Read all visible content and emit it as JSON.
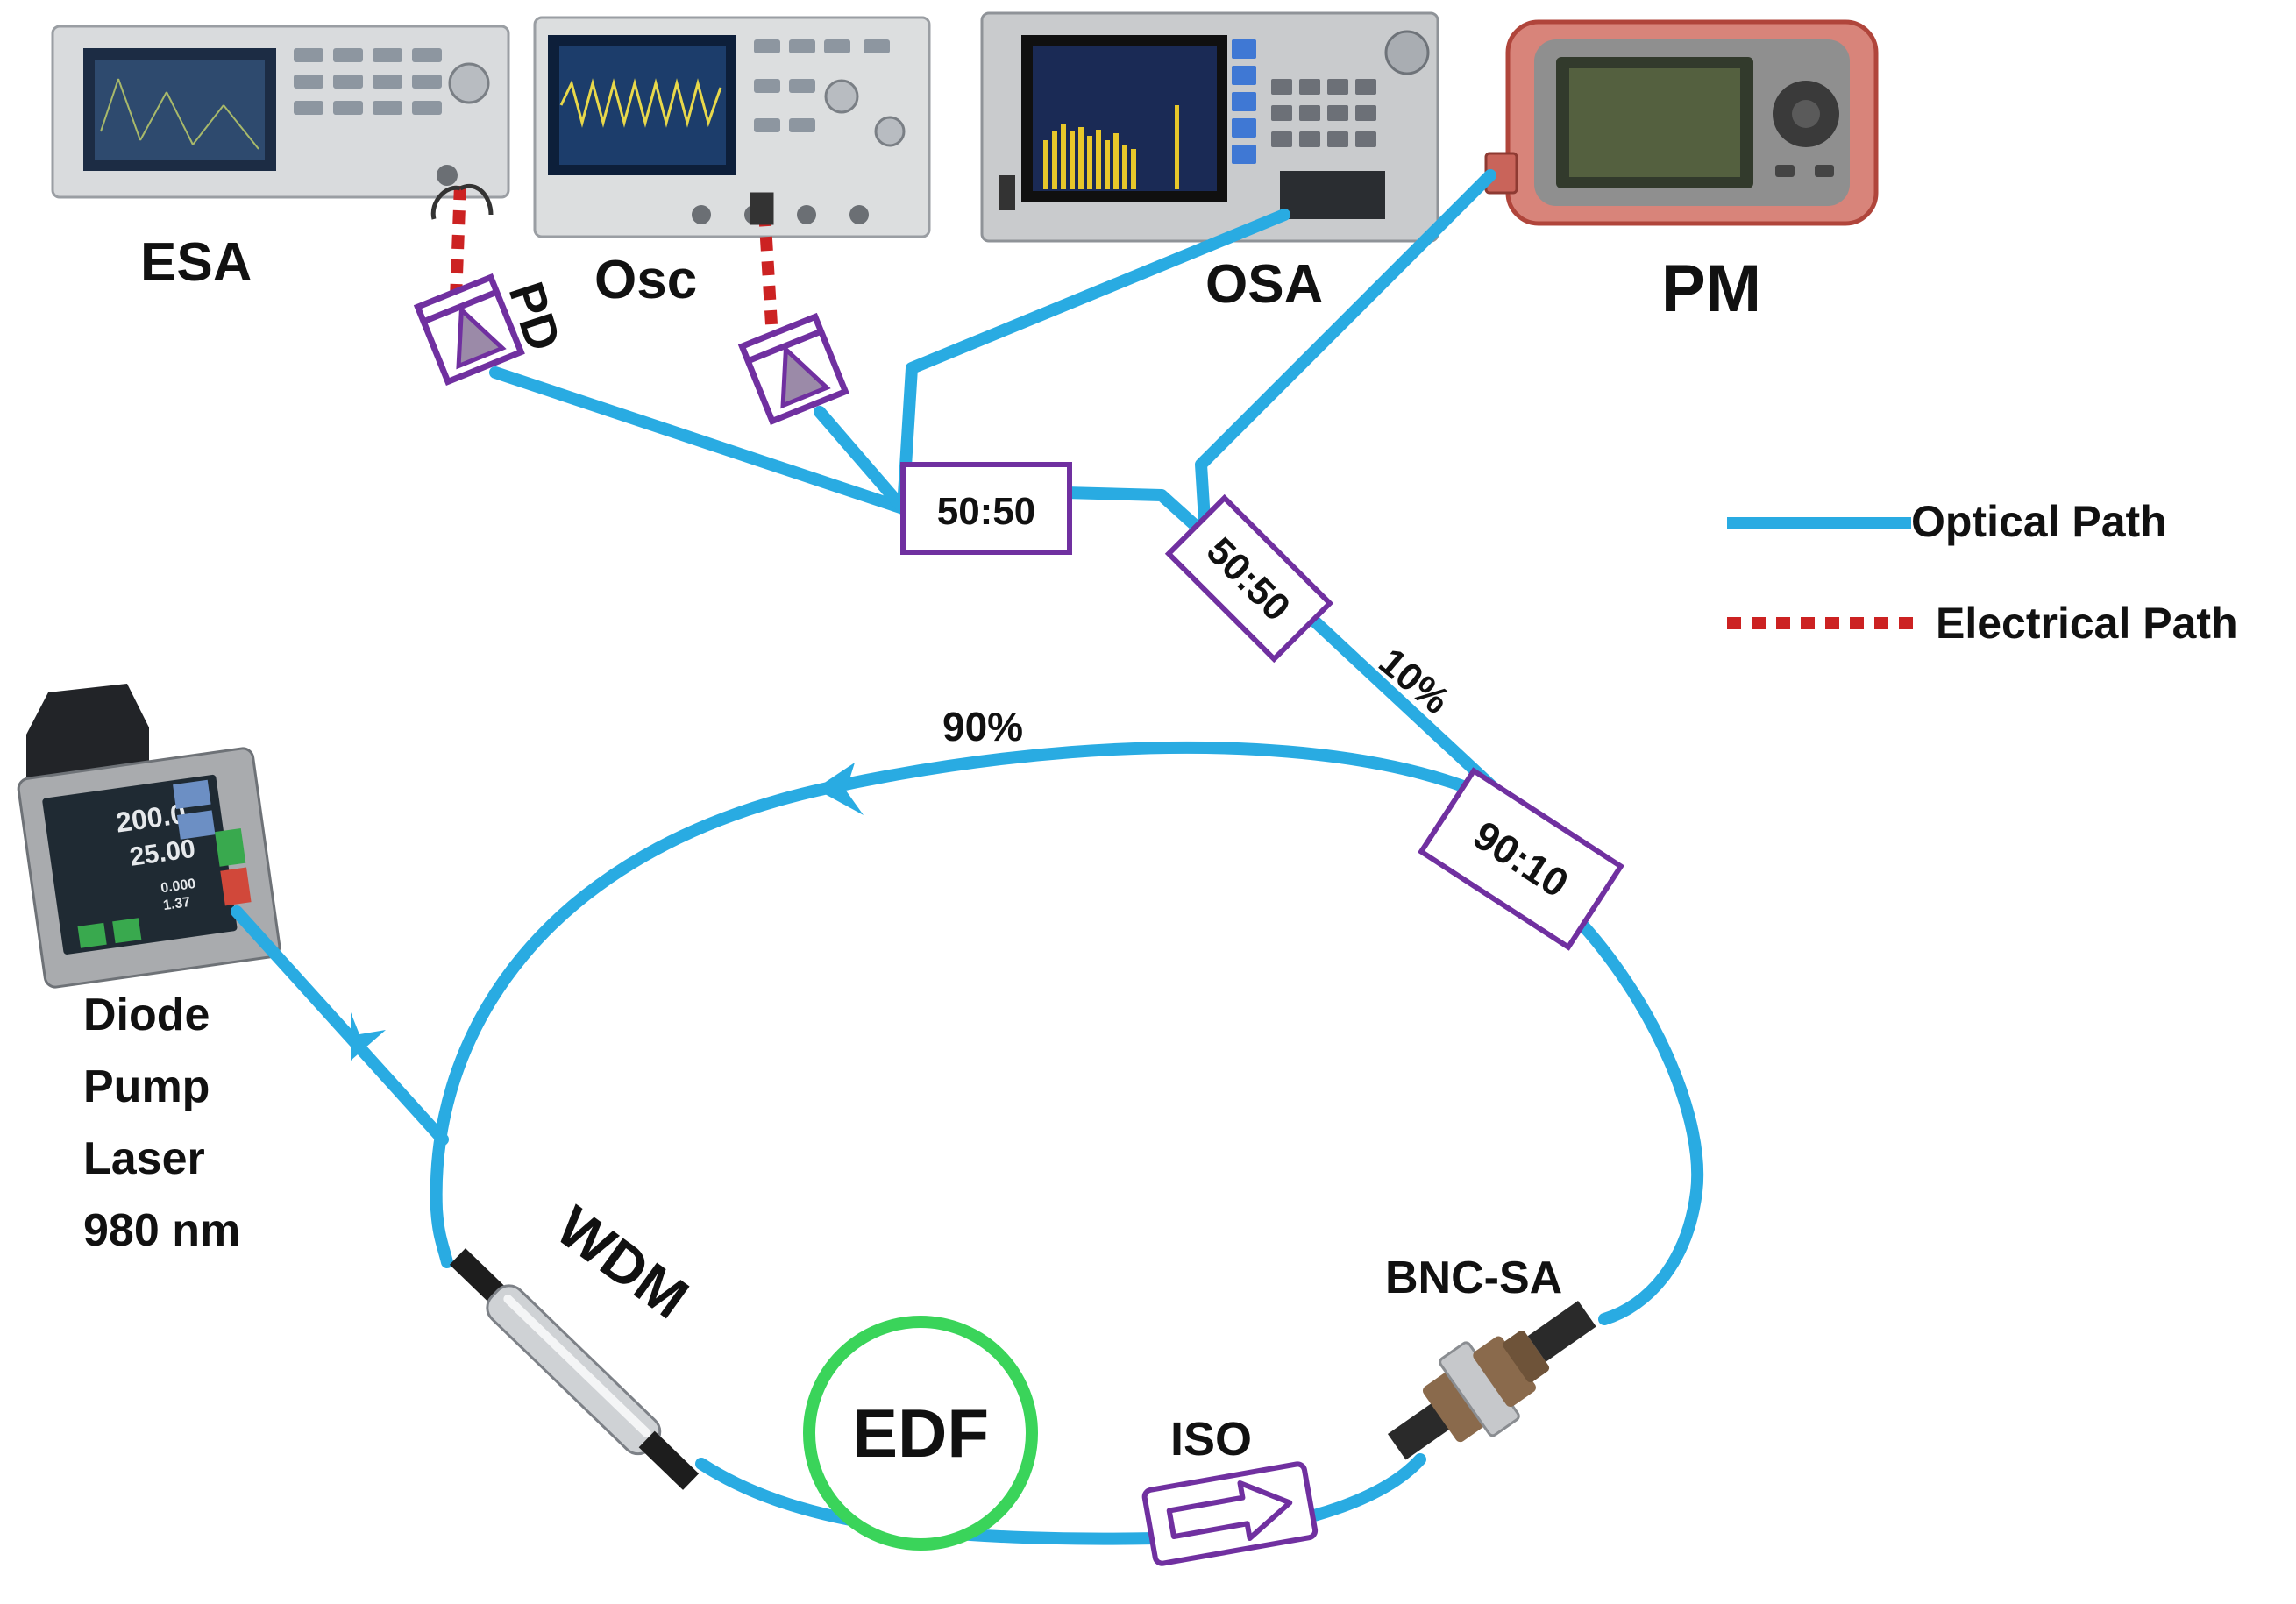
{
  "instruments": {
    "esa": "ESA",
    "osc": "Osc",
    "osa": "OSA",
    "pm": "PM",
    "pd": "PD",
    "pump": [
      "Diode",
      "Pump",
      "Laser",
      "980 nm"
    ]
  },
  "components": {
    "coupler_a": "50:50",
    "coupler_b": "50:50",
    "coupler_c": "90:10",
    "edf": "EDF",
    "wdm": "WDM",
    "iso": "ISO",
    "sa": "BNC-SA"
  },
  "ports": {
    "ten": "10%",
    "ninety": "90%"
  },
  "legend": {
    "optical": "Optical Path",
    "electrical": "Electrical Path"
  },
  "colors": {
    "optical": "#29abe2",
    "electrical": "#cc2222",
    "component_border": "#7030a0",
    "edf_ring": "#3ad45a"
  }
}
